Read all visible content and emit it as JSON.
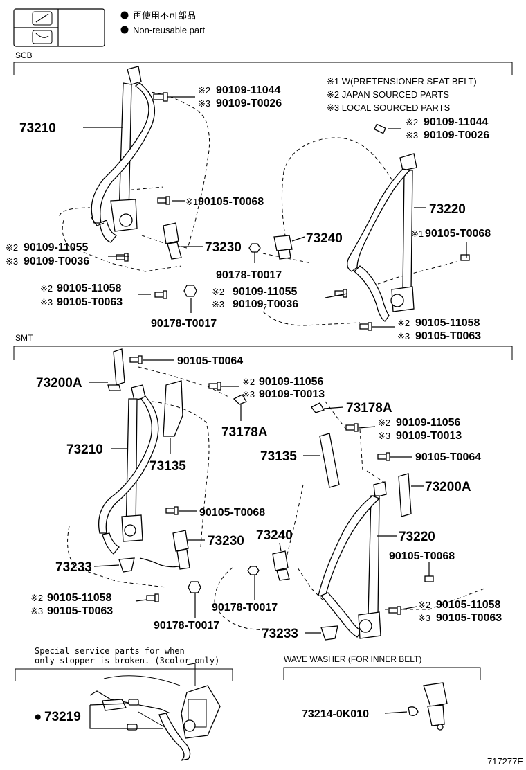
{
  "legend": {
    "jp_label": "再使用不可部品",
    "en_label": "Non-reusable part"
  },
  "sections": {
    "scb": "SCB",
    "smt": "SMT",
    "special": [
      "Special service parts for when",
      "only stopper is broken. (3color only)"
    ],
    "wave_washer": "WAVE WASHER (FOR INNER BELT)"
  },
  "notes": [
    "※1 W(PRETENSIONER SEAT BELT)",
    "※2 JAPAN SOURCED PARTS",
    "※3 LOCAL SOURCED PARTS"
  ],
  "marks": {
    "m1": "※1",
    "m2": "※2",
    "m3": "※3",
    "dot": "●"
  },
  "parts": {
    "p73210": "73210",
    "p73220": "73220",
    "p73230": "73230",
    "p73240": "73240",
    "p73200A": "73200A",
    "p73178A": "73178A",
    "p73135": "73135",
    "p73233": "73233",
    "p73219": "73219",
    "p73214": "73214-0K010",
    "b11044": "90109-11044",
    "bT0026": "90109-T0026",
    "bT0068": "90105-T0068",
    "b11055": "90109-11055",
    "bT0036": "90109-T0036",
    "b11058": "90105-11058",
    "bT0063": "90105-T0063",
    "nT0017": "90178-T0017",
    "bT0064": "90105-T0064",
    "b11056": "90109-11056",
    "bT0013": "90109-T0013"
  },
  "figure_id": "717277E"
}
